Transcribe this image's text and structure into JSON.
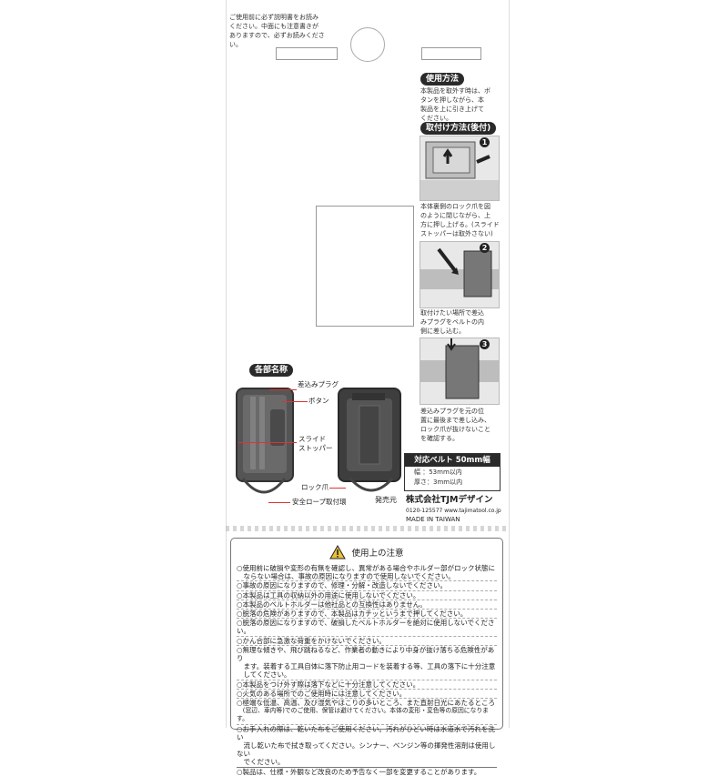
{
  "top_note": [
    "ご使用前に必ず説明書をお読み",
    "ください。中面にも注意書きが",
    "ありますので、必ずお読みください。"
  ],
  "usage": {
    "header": "使用方法",
    "text": [
      "本製品を取外す時は、ボ",
      "タンを押しながら、本",
      "製品を上に引き上げて",
      "ください。"
    ]
  },
  "mount": {
    "header": "取付け方法(後付)",
    "step1_num": "1",
    "step1_text": [
      "本体裏側のロック爪を図",
      "のように閉じながら、上",
      "方に押し上げる。(スライド",
      "ストッパーは取外さない)"
    ],
    "step2_num": "2",
    "step2_text": [
      "取付けたい場所で差込",
      "みプラグをベルトの内",
      "側に差し込む。"
    ],
    "step3_num": "3",
    "step3_text": [
      "差込みプラグを元の位",
      "置に最後まで差し込み、",
      "ロック爪が抜けないこと",
      "を確認する。"
    ]
  },
  "parts": {
    "header": "各部名称",
    "plug": "差込みプラグ",
    "button": "ボタン",
    "slide1": "スライド",
    "slide2": "ストッパー",
    "lock": "ロック爪",
    "rope": "安全ロープ取付環"
  },
  "belt": {
    "header": "対応ベルト 50mm幅",
    "width": "幅 ：53mm以内",
    "thick": "厚さ：3mm以内"
  },
  "seller": {
    "label": "発売元",
    "company": "株式会社TJMデザイン",
    "contact": "0120-125577 www.tajimatool.co.jp",
    "made": "MADE IN TAIWAN"
  },
  "caution": {
    "title": "使用上の注意",
    "warning_icon": "warning-triangle-icon",
    "items": [
      "○使用前に破損や変形の有無を確認し、異常がある場合やホルダー部がロック状態に",
      "　ならない場合は、事故の原因になりますので使用しないでください。",
      "○事故の原因になりますので、修理・分解・改造しないでください。",
      "○本製品は工具の収納以外の用途に使用しないでください。",
      "○本製品のベルトホルダーは他社品との互換性はありません。",
      "○脱落の危険がありますので、本製品はカチッというまで押してください。",
      "○脱落の原因になりますので、破損したベルトホルダーを絶対に使用しないでください。",
      "○かん合部に急激な荷重をかけないでください。",
      "○無理な傾きや、飛び跳ねるなど、作業者の動きにより中身が抜け落ちる危険性があり",
      "　ます。装着する工具自体に落下防止用コードを装着する等、工具の落下に十分注意",
      "　してください。",
      "○本製品をつけ外す際は落下などに十分注意してください。",
      "○火気のある場所でのご使用時には注意してください。",
      "○極端な低温、高温、及び湿気やほこりの多いところ、また直射日光にあたるところ",
      "　(窓辺、車内等)でのご使用、保管は避けてください。本体の変形・変色等の原因になります。",
      "○お手入れの際は、乾いた布をご使用ください。汚れがひどい時は水道水で汚れを洗い",
      "　流し乾いた布で拭き取ってください。シンナー、ベンジン等の揮発性溶剤は使用しない",
      "　でください。",
      "○製品は、仕様・外観など改良のため予告なく一部を変更することがあります。"
    ]
  },
  "colors": {
    "accent_red": "#dd3333",
    "dark": "#2a2a2a"
  }
}
